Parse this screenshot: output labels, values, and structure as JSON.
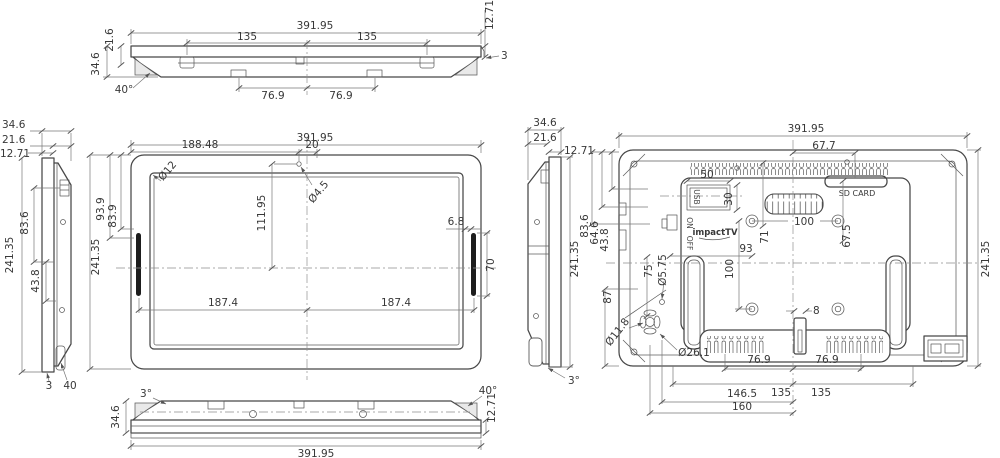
{
  "brand": "impactTV",
  "colors": {
    "line": "#474747",
    "dim_line": "#777777",
    "text": "#383838",
    "speaker": "#1d1d1d",
    "bg": "#ffffff"
  },
  "views": {
    "top": {
      "ow": "391.95",
      "span_l": "135",
      "span_r": "135",
      "boss_l": "76.9",
      "boss_r": "76.9",
      "dh": "21.6",
      "dt": "34.6",
      "dg": "12.71",
      "step": "3",
      "bevel": "40°"
    },
    "left": {
      "dt": "34.6",
      "dh": "21.6",
      "dg": "12.71",
      "h": "241.35",
      "o1": "83.6",
      "o2": "43.8",
      "step": "3",
      "bevel": "40"
    },
    "front": {
      "ow": "391.95",
      "hx": "188.48",
      "hx2": "20",
      "rc": "Ø12",
      "hd": "Ø4.5",
      "hy": "111.95",
      "sp1": "93.9",
      "sp2": "83.9",
      "h": "241.35",
      "gap": "6.8",
      "spk": "70",
      "span_l": "187.4",
      "span_r": "187.4"
    },
    "bottom": {
      "tilt": "3°",
      "bevel": "40°",
      "dt": "34.6",
      "dg": "12.71",
      "ow": "391.95"
    },
    "right": {
      "dt": "34.6",
      "dh": "21.6",
      "dg": "12.71",
      "h": "241.35",
      "tilt": "3°"
    },
    "back": {
      "ow": "391.95",
      "sd_off": "67.7",
      "usb_w": "50",
      "usb_h": "30",
      "usb": "USB",
      "sd": "SD CARD",
      "vesa_x": "100",
      "vesa_y": "100",
      "top_off": "71",
      "sd_side": "67.5",
      "sw_off": "93",
      "logo": "impactTV",
      "on": "ON",
      "off": "OFF",
      "e1": "83.6",
      "e2": "64.6",
      "e3": "43.8",
      "jack_y": "87",
      "jack_boss": "Ø11.8",
      "jack_x": "75",
      "screw": "Ø5.75",
      "recess": "Ø26.1",
      "tab": "8",
      "slot_l": "76.9",
      "slot_r": "76.9",
      "s1465": "146.5",
      "leg_l": "135",
      "leg_r": "135",
      "s160": "160",
      "h": "241.35"
    }
  }
}
